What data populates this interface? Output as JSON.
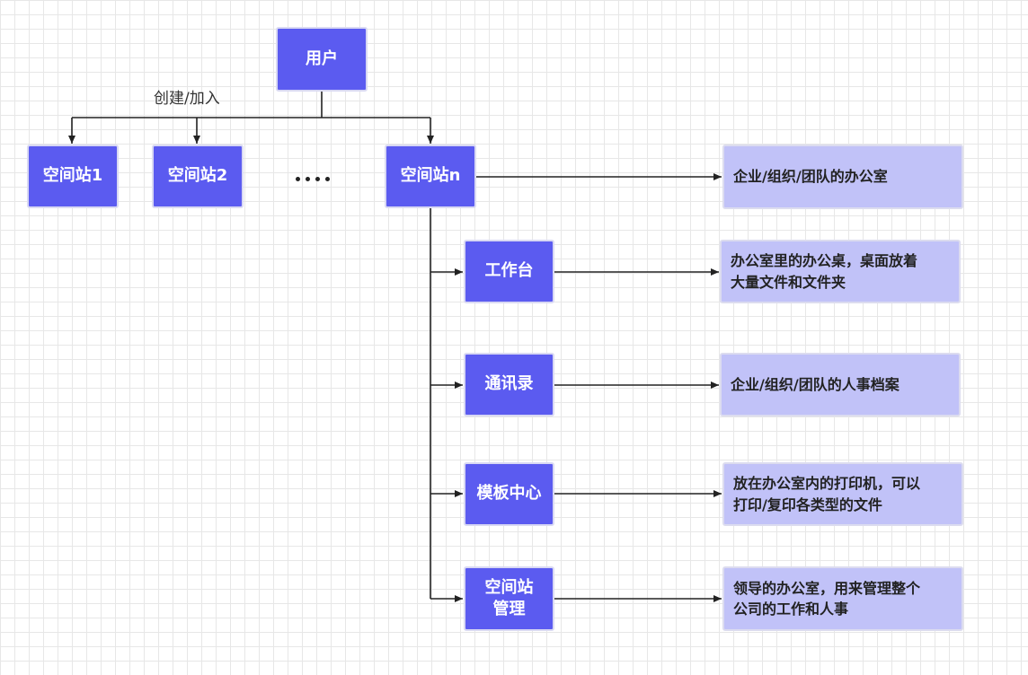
{
  "nodes": {
    "user": "用户",
    "station1": "空间站1",
    "station2": "空间站2",
    "stationN": "空间站n",
    "workbench": "工作台",
    "contacts": "通讯录",
    "templates": "模板中心",
    "admin": "空间站\n管理"
  },
  "descriptions": {
    "stationN": "企业/组织/团队的办公室",
    "workbench": "办公室里的办公桌，桌面放着\n大量文件和文件夹",
    "contacts": "企业/组织/团队的人事档案",
    "templates": "放在办公室内的打印机，可以\n打印/复印各类型的文件",
    "admin": "领导的办公室，用来管理整个\n公司的工作和人事"
  },
  "edge_labels": {
    "create_join": "创建/加入"
  },
  "colors": {
    "node_fill": "#5b5bf0",
    "desc_fill": "#c1c2f8",
    "line": "#222222"
  }
}
